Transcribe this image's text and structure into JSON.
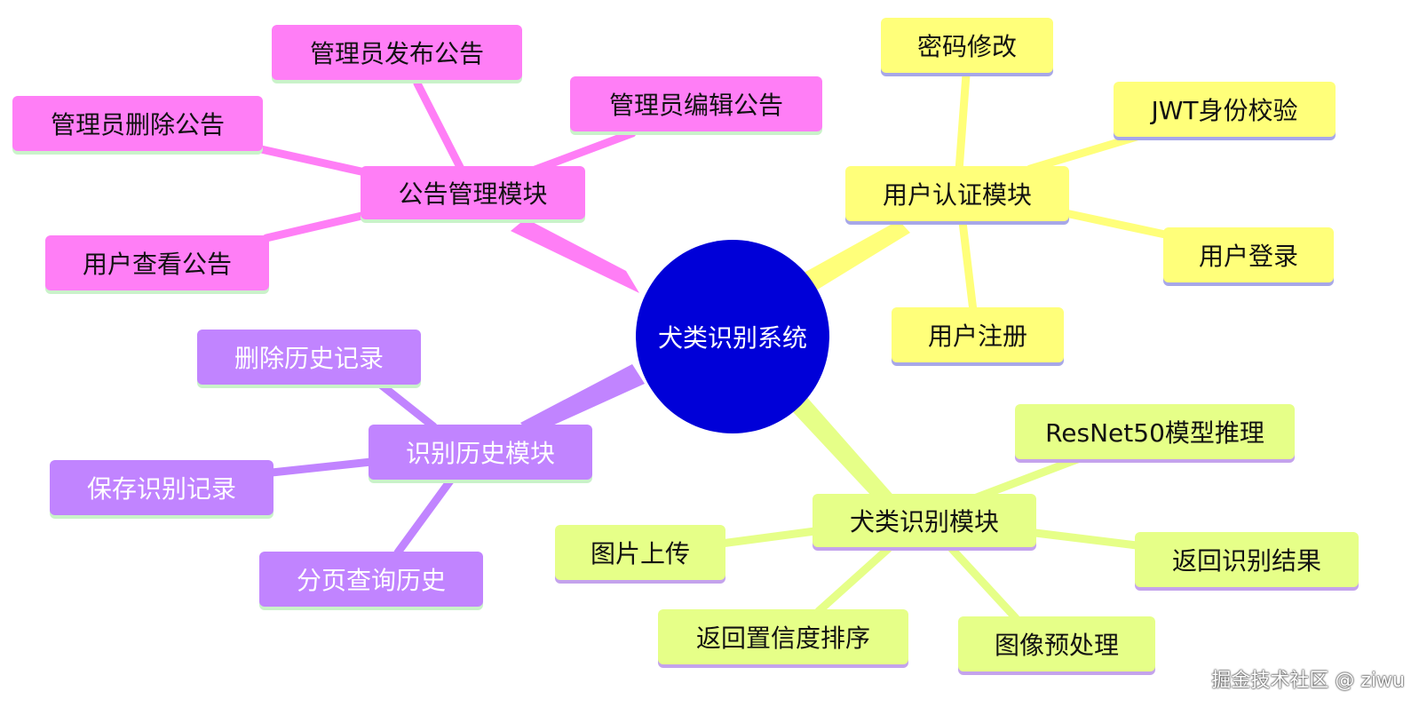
{
  "center": {
    "label": "犬类识别系统",
    "color": "#0000d8"
  },
  "colors": {
    "pink": "#ff7ef6",
    "yellow": "#ffff7a",
    "lime": "#e6ff88",
    "purple": "#c184ff"
  },
  "branches": {
    "announcement": {
      "label": "公告管理模块",
      "children": [
        "管理员发布公告",
        "管理员编辑公告",
        "管理员删除公告",
        "用户查看公告"
      ]
    },
    "auth": {
      "label": "用户认证模块",
      "children": [
        "密码修改",
        "JWT身份校验",
        "用户登录",
        "用户注册"
      ]
    },
    "recognition": {
      "label": "犬类识别模块",
      "children": [
        "ResNet50模型推理",
        "图片上传",
        "返回识别结果",
        "返回置信度排序",
        "图像预处理"
      ]
    },
    "history": {
      "label": "识别历史模块",
      "children": [
        "删除历史记录",
        "保存识别记录",
        "分页查询历史"
      ]
    }
  },
  "watermark": "掘金技术社区 @ ziwu"
}
